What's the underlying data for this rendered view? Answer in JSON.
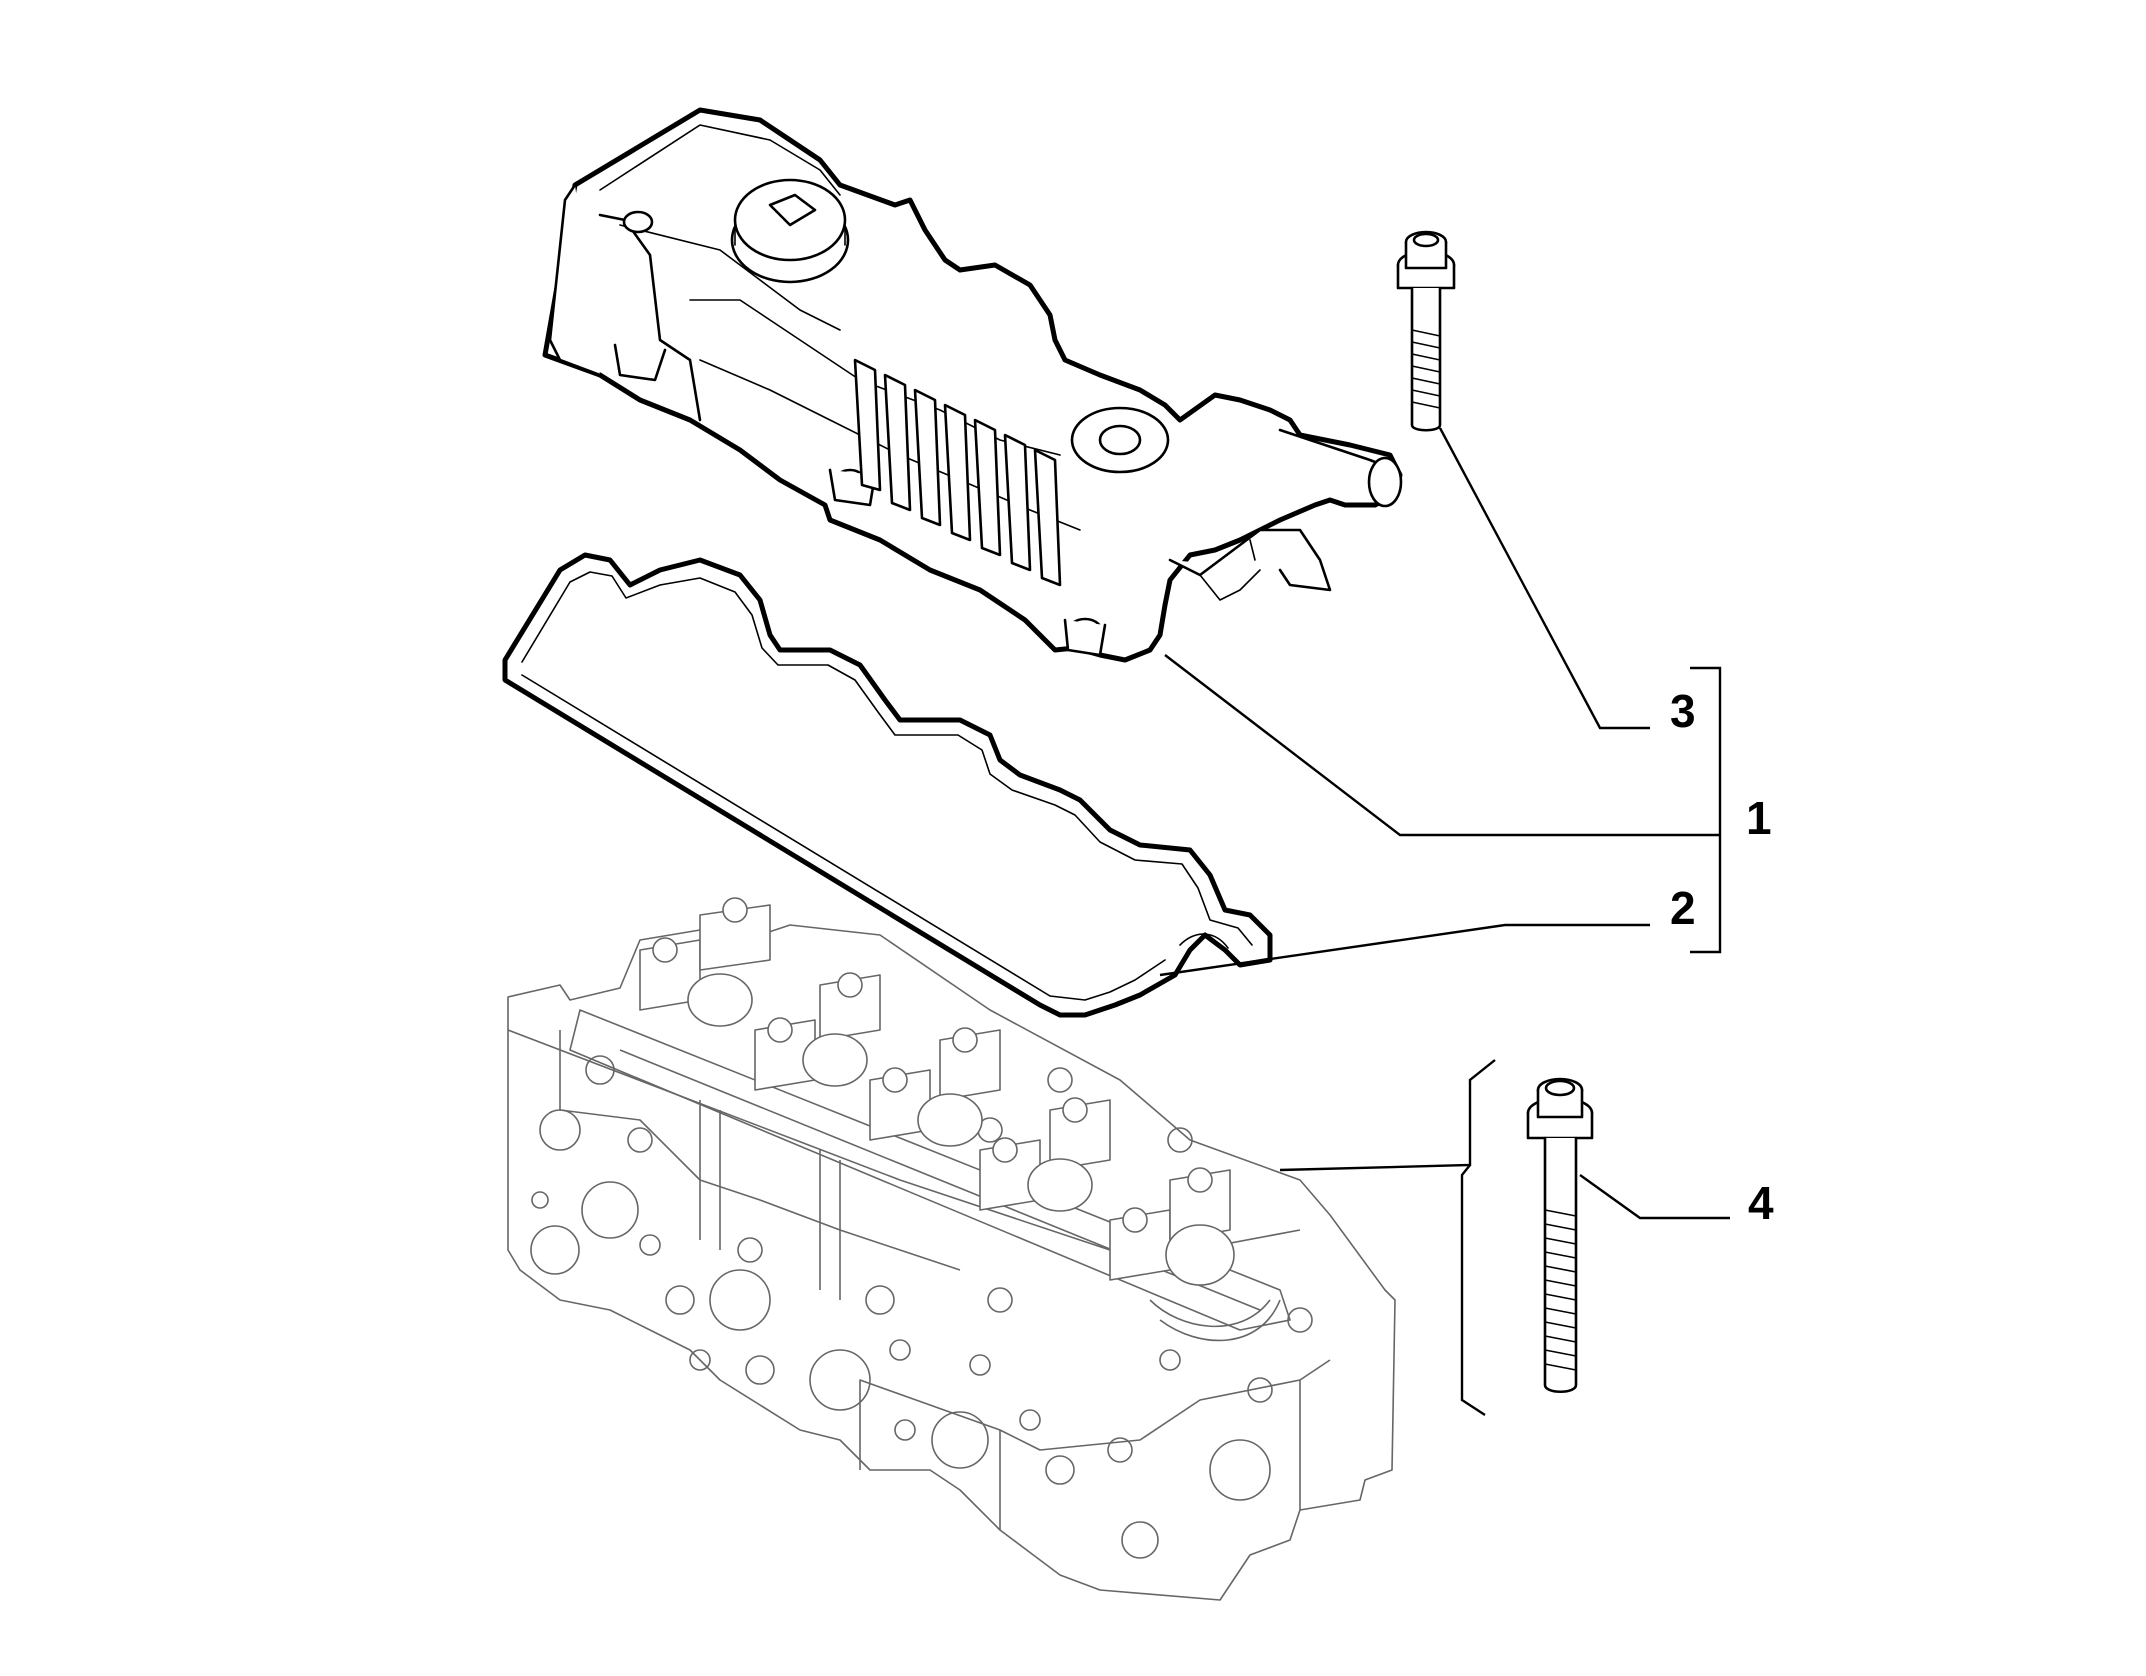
{
  "callouts": [
    {
      "id": "1",
      "label": "1"
    },
    {
      "id": "2",
      "label": "2"
    },
    {
      "id": "3",
      "label": "3"
    },
    {
      "id": "4",
      "label": "4"
    }
  ],
  "colors": {
    "line": "#000000",
    "background": "#ffffff",
    "ghost": "#666666"
  },
  "parts": [
    {
      "callout": "1",
      "name": "cylinder-head-cover"
    },
    {
      "callout": "2",
      "name": "cover-gasket"
    },
    {
      "callout": "3",
      "name": "cover-bolt"
    },
    {
      "callout": "4",
      "name": "cylinder-head-bolt"
    }
  ]
}
